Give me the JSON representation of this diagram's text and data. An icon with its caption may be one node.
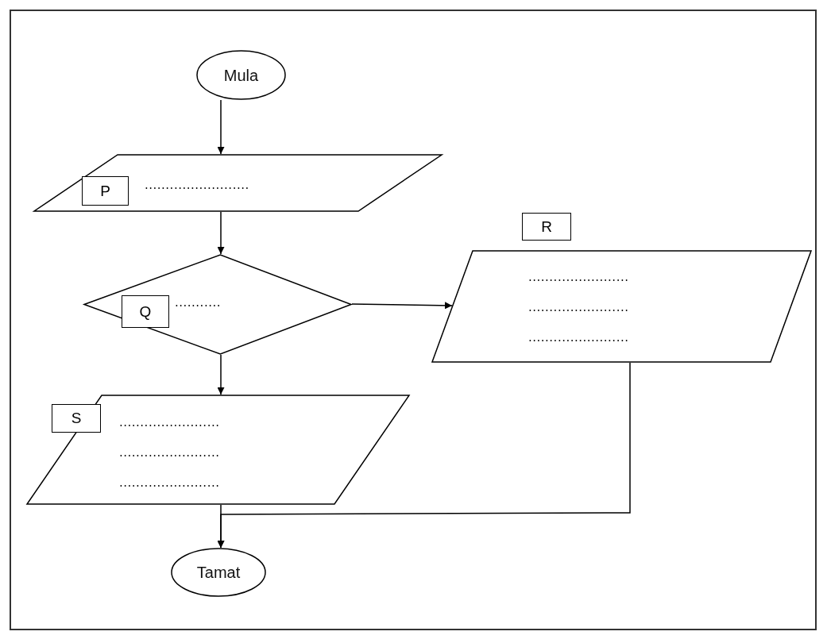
{
  "diagram": {
    "nodes": [
      {
        "text": [
          "Mula"
        ]
      },
      {
        "text": [
          "........................."
        ]
      },
      {
        "text": [
          "P"
        ],
        "in": 1
      },
      {
        "text": [
          "..........."
        ]
      },
      {
        "text": [
          "Q"
        ],
        "in": 3
      },
      {
        "text": [
          "R"
        ]
      },
      {
        "text": [
          "........................",
          "........................",
          "........................"
        ]
      },
      {
        "text": [
          "........................",
          "........................",
          "........................"
        ]
      },
      {
        "text": [
          "S"
        ],
        "in": 7
      },
      {
        "text": [
          "Tamat"
        ]
      }
    ],
    "edges": [
      {
        "from": 0,
        "to": 1,
        "arrow": "to"
      },
      {
        "from": 1,
        "to": 3,
        "arrow": "to"
      },
      {
        "from": 3,
        "to": 6,
        "arrow": "to"
      },
      {
        "from": 3,
        "to": 7,
        "arrow": "to"
      },
      {
        "from": 7,
        "to": 9,
        "arrow": "to"
      },
      {
        "from": 6,
        "to": 9,
        "arrow": "to"
      }
    ]
  }
}
